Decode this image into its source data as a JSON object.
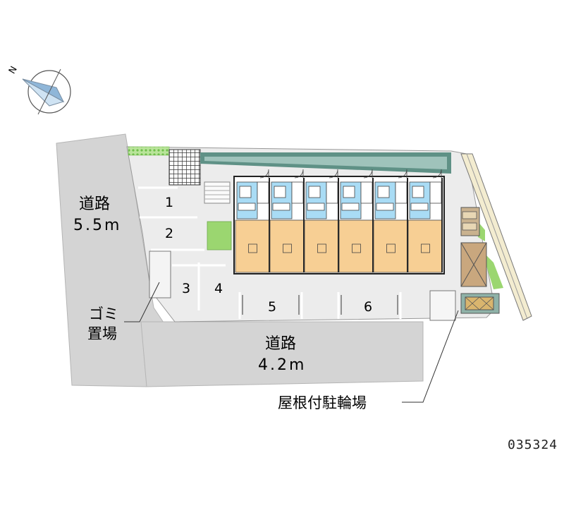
{
  "compass": {
    "label": "N"
  },
  "roads": {
    "west": {
      "name": "道路",
      "width": "5.5m"
    },
    "south": {
      "name": "道路",
      "width": "4.2m"
    }
  },
  "parking_slots": [
    "1",
    "2",
    "3",
    "4",
    "5",
    "6"
  ],
  "annotations": {
    "garbage_line1": "ゴミ",
    "garbage_line2": "置場",
    "bicycle_parking": "屋根付駐輪場"
  },
  "property_code": "035324",
  "colors": {
    "road": "#d4d4d4",
    "site": "#ececec",
    "unit_floor": "#f7cf94",
    "wet_area": "#a9dcf5",
    "roof_band": "#5f9186",
    "green": "#9bd670",
    "tile": "#3a3a3a"
  }
}
